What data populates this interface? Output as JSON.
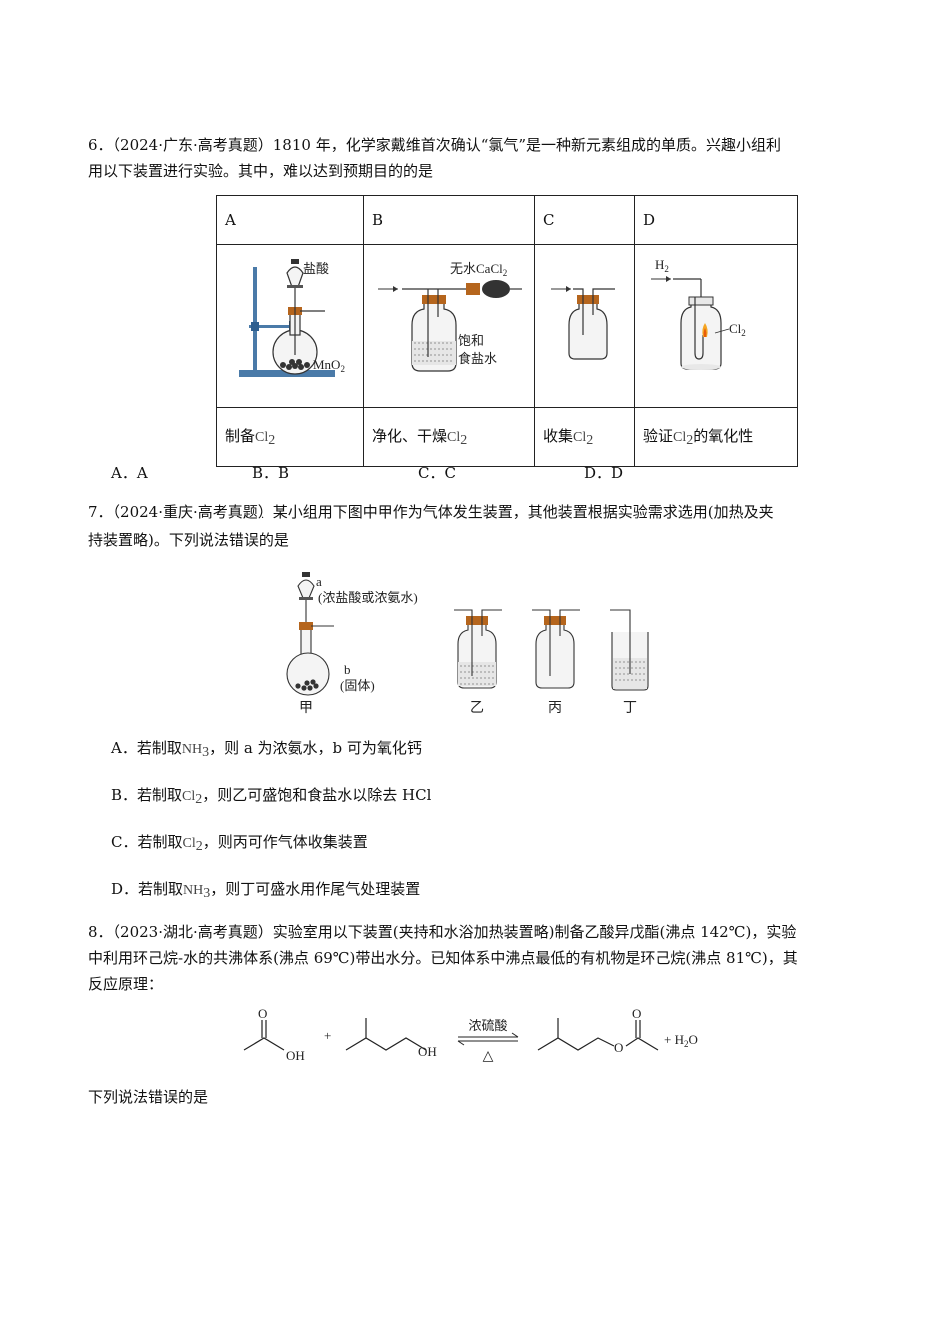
{
  "q6": {
    "line1": "6．（2024·广东·高考真题）1810 年，化学家戴维首次确认“氯气”是一种新元素组成的单质。兴趣小组利",
    "line2": "用以下装置进行实验。其中，难以达到预期目的的是",
    "headers": [
      "A",
      "B",
      "C",
      "D"
    ],
    "labels": {
      "hcl": "盐酸",
      "mno2": "MnO",
      "cacl2": "无水CaCl",
      "brine1": "饱和",
      "brine2": "食盐水",
      "h2": "H",
      "cl2": "Cl",
      "sub2": "2"
    },
    "captions": [
      {
        "pre": "制备",
        "chem": "Cl",
        "sub": "2",
        "post": ""
      },
      {
        "pre": "净化、干燥",
        "chem": "Cl",
        "sub": "2",
        "post": ""
      },
      {
        "pre": "收集",
        "chem": "Cl",
        "sub": "2",
        "post": ""
      },
      {
        "pre": "验证",
        "chem": "Cl",
        "sub": "2",
        "post": "的氧化性"
      }
    ],
    "answers": [
      "A．A",
      "B．B",
      "C．C",
      "D．D"
    ]
  },
  "q7": {
    "line1": "7．（2024·重庆·高考真题）某小组用下图中甲作为气体发生装置，其他装置根据实验需求选用(加热及夹",
    "line2": "持装置略)。下列说法错误的是",
    "fig": {
      "a": "a",
      "a_desc": "(浓盐酸或浓氨水)",
      "b": "b",
      "b_desc": "(固体)",
      "names": [
        "甲",
        "乙",
        "丙",
        "丁"
      ]
    },
    "options": [
      {
        "pre": "A．若制取",
        "chem": "NH",
        "sub": "3",
        "post": "，则 a 为浓氨水，b 可为氧化钙"
      },
      {
        "pre": "B．若制取",
        "chem": "Cl",
        "sub": "2",
        "post": "，则乙可盛饱和食盐水以除去 HCl"
      },
      {
        "pre": "C．若制取",
        "chem": "Cl",
        "sub": "2",
        "post": "，则丙可作气体收集装置"
      },
      {
        "pre": "D．若制取",
        "chem": "NH",
        "sub": "3",
        "post": "，则丁可盛水用作尾气处理装置"
      }
    ]
  },
  "q8": {
    "line1": "8．（2023·湖北·高考真题）实验室用以下装置(夹持和水浴加热装置略)制备乙酸异戊酯(沸点 142℃)，实验",
    "line2": "中利用环己烷-水的共沸体系(沸点 69℃)带出水分。已知体系中沸点最低的有机物是环己烷(沸点 81℃)，其",
    "line3": "反应原理：",
    "rx": {
      "o": "O",
      "oh": "OH",
      "plus": "+",
      "catalyst": "浓硫酸",
      "heat": "△",
      "o_ester": "O",
      "water_pre": "+ H",
      "water_sub": "2",
      "water_post": "O"
    },
    "prompt": "下列说法错误的是"
  }
}
